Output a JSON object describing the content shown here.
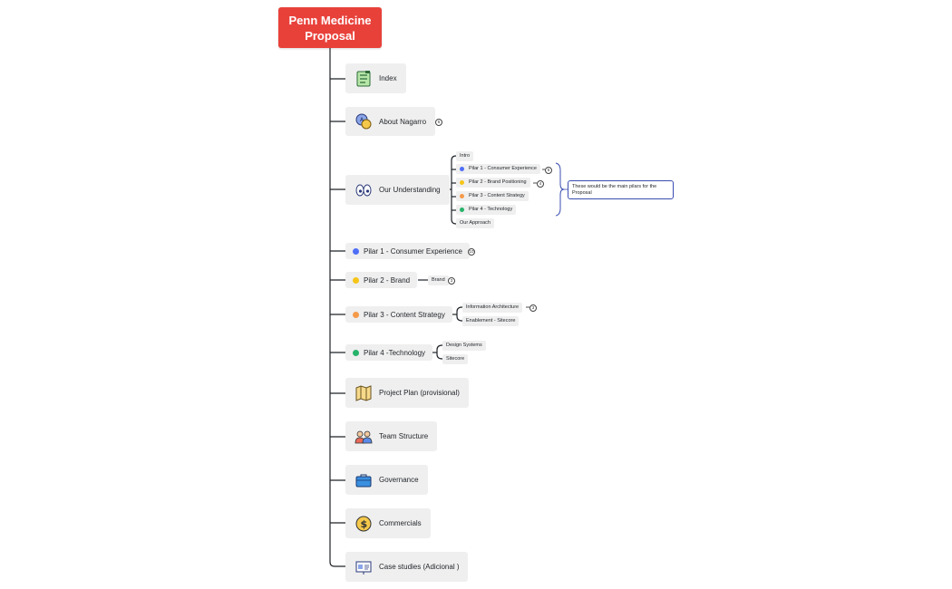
{
  "root": {
    "title": "Penn Medicine Proposal"
  },
  "colors": {
    "root": "#e8413a",
    "pillar1": "#4f6ef7",
    "pillar2": "#f5c518",
    "pillar3": "#f59a4a",
    "pillar4": "#27b36a",
    "connector": "#1f2328",
    "note_border": "#3a4db0"
  },
  "branches": {
    "index": {
      "label": "Index",
      "icon": "checklist-icon"
    },
    "about": {
      "label": "About Nagarro",
      "icon": "speech-bubbles-icon",
      "collapsed_count": "6"
    },
    "understanding": {
      "label": "Our Understanding",
      "icon": "eyes-icon",
      "children": {
        "intro": "Intro",
        "p1": "Pilar 1 - Consumer Experience",
        "p1_count": "5",
        "p2": "Pilar 2 - Brand Positioning",
        "p2_count": "4",
        "p3": "Pilar 3 - Content Strategy",
        "p4": "Pilar 4 - Technology",
        "approach": "Our Approach"
      },
      "note": "These would be the main pilars for the Proposal"
    },
    "pillar1": {
      "label": "Pilar 1 - Consumer Experience",
      "collapsed_count": "10"
    },
    "pillar2": {
      "label": "Pilar 2 - Brand",
      "child": "Brand",
      "child_count": "3"
    },
    "pillar3": {
      "label": "Pilar 3 - Content Strategy",
      "child1": "Information Architecture",
      "child1_count": "3",
      "child2": "Enablement - Sitecore"
    },
    "pillar4": {
      "label": "Pilar 4 -Technology",
      "child1": "Design Systems",
      "child2": "Sitecore"
    },
    "plan": {
      "label": "Project Plan (provisional)",
      "icon": "map-icon"
    },
    "team": {
      "label": "Team Structure",
      "icon": "people-icon"
    },
    "gov": {
      "label": "Governance",
      "icon": "briefcase-icon"
    },
    "comm": {
      "label": "Commercials",
      "icon": "dollar-coin-icon"
    },
    "cases": {
      "label": "Case studies (Adicional )",
      "icon": "presentation-icon"
    }
  }
}
